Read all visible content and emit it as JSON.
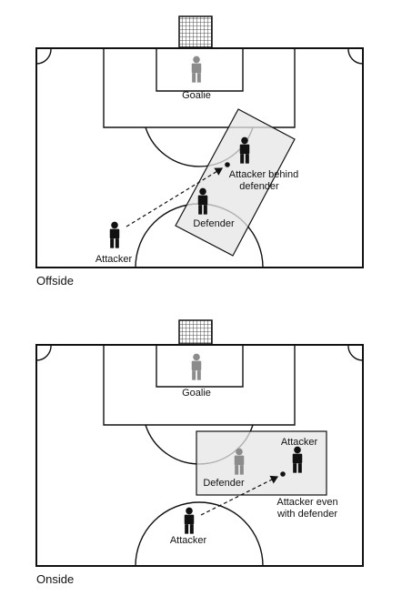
{
  "diagrams": [
    {
      "caption": "Offside",
      "labels": {
        "goalie": "Goalie",
        "attacker_behind": [
          "Attacker behind",
          "defender"
        ],
        "defender": "Defender",
        "attacker": "Attacker"
      }
    },
    {
      "caption": "Onside",
      "labels": {
        "goalie": "Goalie",
        "attacker_top": "Attacker",
        "defender": "Defender",
        "attacker_even": [
          "Attacker even",
          "with defender"
        ],
        "attacker": "Attacker"
      }
    }
  ]
}
